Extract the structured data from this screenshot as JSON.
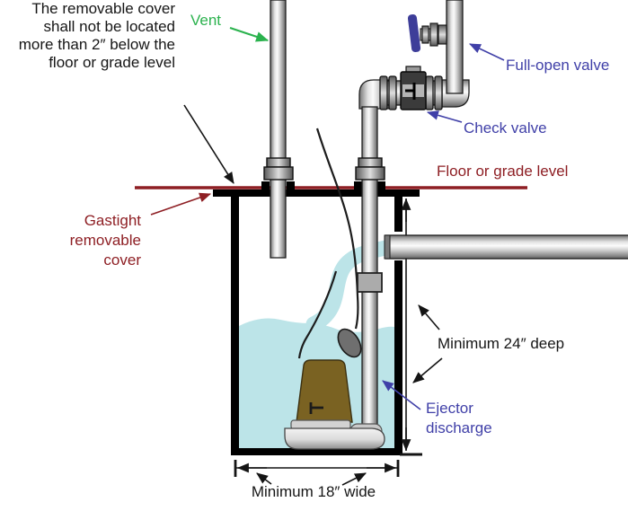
{
  "colors": {
    "label_green": "#2bb24e",
    "label_blue": "#4040a8",
    "label_maroon": "#8e1f24",
    "floor_line": "#8e1f24",
    "water": "#bce4e8",
    "pump_body": "#7a6222",
    "valve_handle": "#3d3d99",
    "pit_outline": "#000000"
  },
  "labels": {
    "cover_note": "The removable cover\nshall not be located\nmore than 2″ below the\nfloor or grade level",
    "vent": "Vent",
    "full_open_valve": "Full-open valve",
    "check_valve": "Check valve",
    "floor_or_grade_level": "Floor or grade level",
    "gastight_removable_cover": "Gastight\nremovable\ncover",
    "minimum_deep": "Minimum 24″ deep",
    "ejector_discharge": "Ejector\ndischarge",
    "minimum_wide": "Minimum 18″ wide"
  }
}
